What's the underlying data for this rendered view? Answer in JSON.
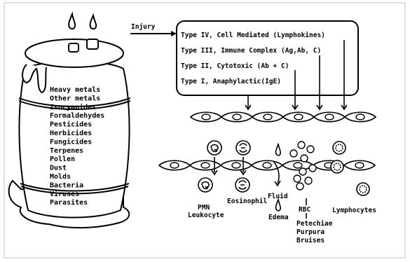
{
  "diagram": {
    "injury_label": "Injury",
    "agents": [
      "Heavy metals",
      "Other metals",
      "Isocyanides",
      "Formaldehydes",
      "Pesticides",
      "Herbicides",
      "Fungicides",
      "Terpenes",
      "Pollen",
      "Dust",
      "Molds",
      "Bacteria",
      "Viruses",
      "Parasites"
    ],
    "hypersensitivity_types": [
      "Type IV, Cell Mediated (Lymphokines)",
      "Type III, Immune Complex (Ag,Ab, C)",
      "Type II, Cytotoxic (Ab + C)",
      "Type I, Anaphylactic(IgE)"
    ],
    "labels": {
      "pmn_line1": "PMN",
      "pmn_line2": "Leukocyte",
      "eosinophil": "Eosinophil",
      "fluid": "Fluid",
      "edema": "Edema",
      "rbc": "RBC",
      "rbc_effects": [
        "Petechiae",
        "Purpura",
        "Bruises"
      ],
      "lymphocytes": "Lymphocytes"
    },
    "colors": {
      "ink": "#000000",
      "background": "#ffffff",
      "frame": "#d9d9d9"
    }
  }
}
